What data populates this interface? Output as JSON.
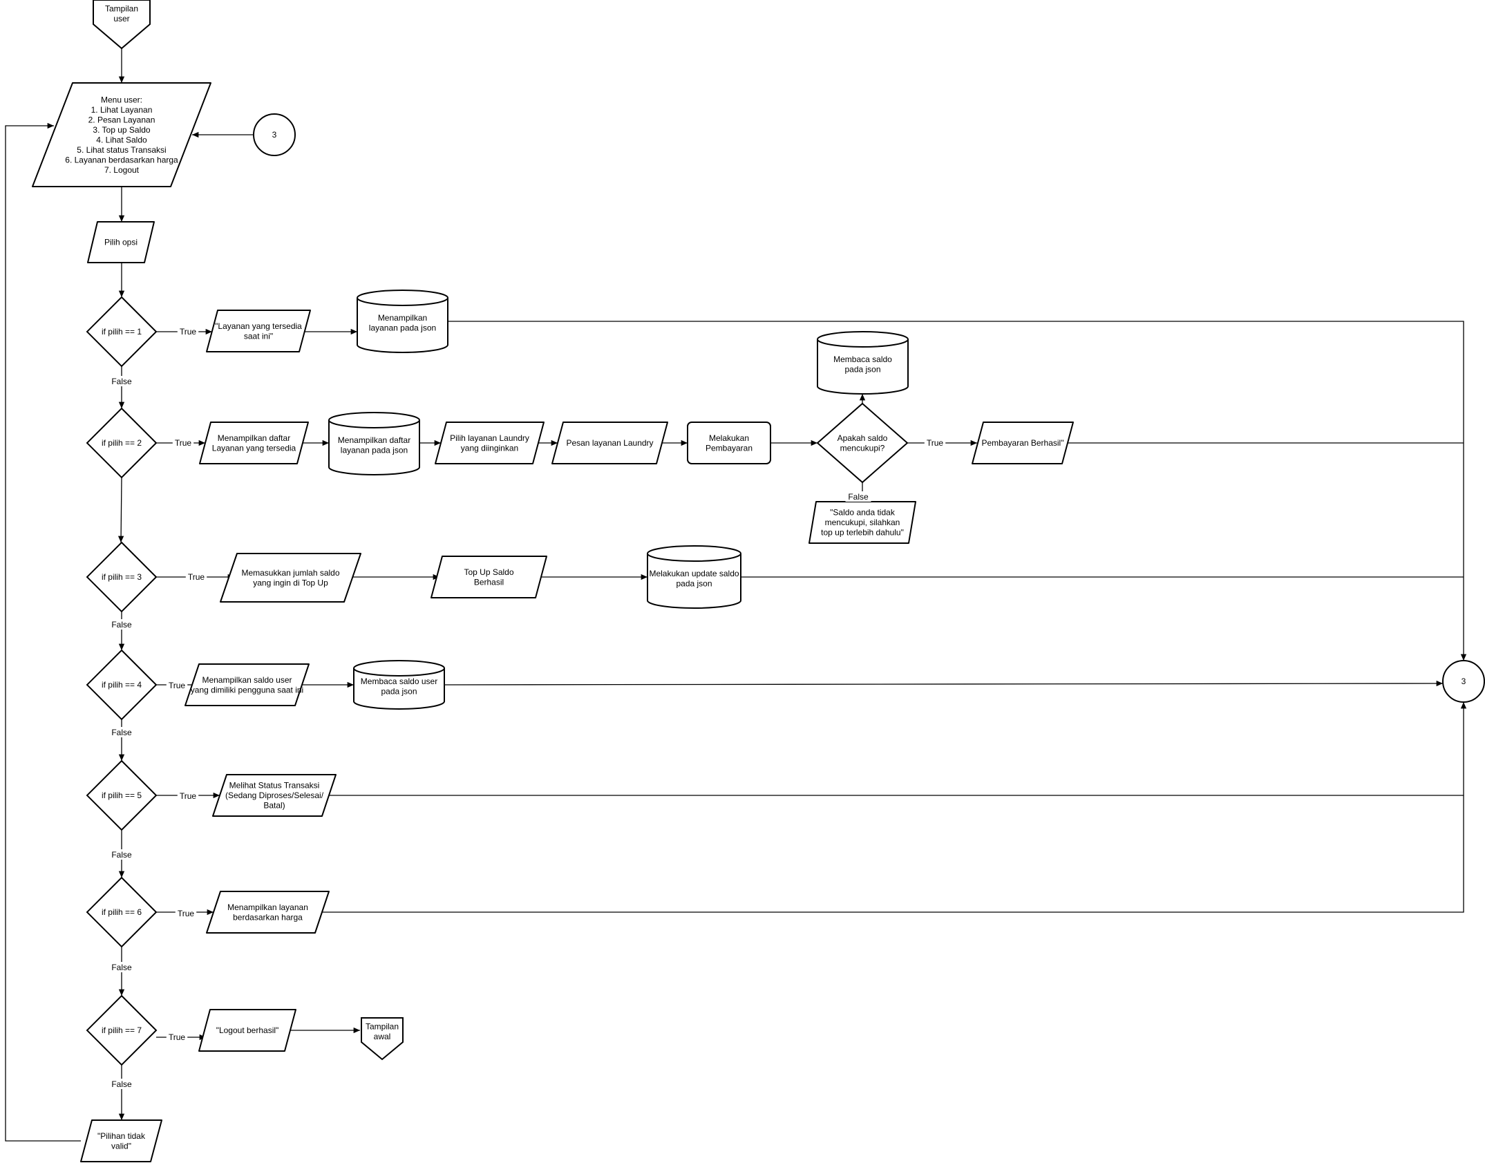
{
  "diagram": {
    "start": {
      "label": "Tampilan\nuser"
    },
    "menu": {
      "label": "Menu user:\n1. Lihat Layanan\n2. Pesan Layanan\n3. Top up Saldo\n4. Lihat Saldo\n5. Lihat status Transaksi\n6. Layanan berdasarkan harga\n7. Logout"
    },
    "connector_top": {
      "label": "3"
    },
    "pilih": {
      "label": "Pilih opsi"
    },
    "decisions": [
      {
        "label": "if pilih == 1"
      },
      {
        "label": "if pilih == 2"
      },
      {
        "label": "if pilih == 3"
      },
      {
        "label": "if pilih == 4"
      },
      {
        "label": "if pilih == 5"
      },
      {
        "label": "if pilih == 6"
      },
      {
        "label": "if pilih == 7"
      }
    ],
    "row1": {
      "output": "\"Layanan yang tersedia\nsaat ini\"",
      "db": "Menampilkan\nlayanan pada json"
    },
    "row2": {
      "output1": "Menampilkan daftar\nLayanan yang tersedia",
      "db": "Menampilkan daftar\nlayanan pada json",
      "io1": "Pilih layanan Laundry\nyang diinginkan",
      "io2": "Pesan layanan Laundry",
      "process": "Melakukan\nPembayaran",
      "db_saldo": "Membaca saldo\npada json",
      "decision": "Apakah saldo\nmencukupi?",
      "success": "Pembayaran Berhasil\"",
      "fail": "\"Saldo anda tidak\nmencukupi, silahkan\ntop up terlebih dahulu\""
    },
    "row3": {
      "io1": "Memasukkan jumlah saldo\nyang ingin di Top Up",
      "io2": "Top Up Saldo\nBerhasil",
      "db": "Melakukan update saldo\npada json"
    },
    "row4": {
      "io": "Menampilkan saldo user\nyang dimiliki pengguna saat ini",
      "db": "Membaca saldo user\npada json"
    },
    "row5": {
      "io": "Melihat Status Transaksi\n(Sedang Diproses/Selesai/\nBatal)"
    },
    "row6": {
      "io": "Menampilkan layanan\nberdasarkan harga"
    },
    "row7": {
      "io": "\"Logout berhasil\"",
      "end": "Tampilan\nawal"
    },
    "invalid": {
      "label": "\"Pilihan tidak\nvalid\""
    },
    "connector_right": {
      "label": "3"
    },
    "edge_labels": {
      "true": "True",
      "false": "False"
    }
  }
}
